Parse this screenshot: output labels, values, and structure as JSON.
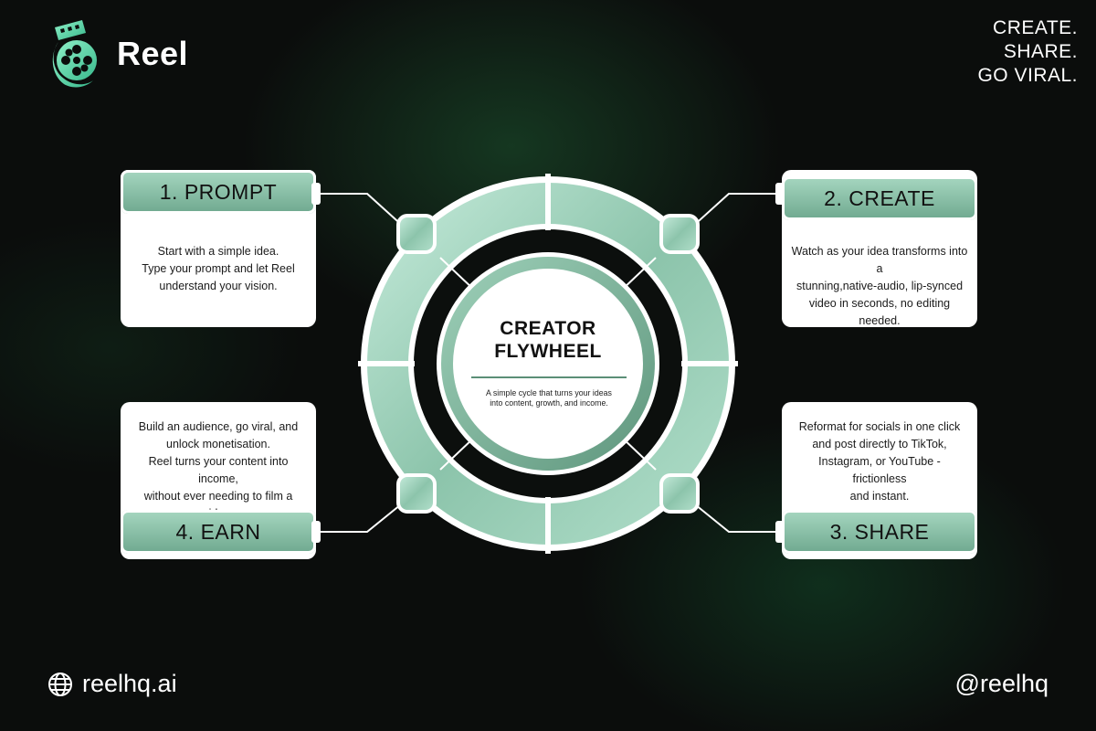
{
  "brand": {
    "name": "Reel",
    "logo_icon": "film-reel-icon",
    "accent": "#6fe3b8"
  },
  "tagline": [
    "CREATE.",
    "SHARE.",
    "GO VIRAL."
  ],
  "center": {
    "title_lines": [
      "CREATOR",
      "FLYWHEEL"
    ],
    "description": "A simple cycle that turns your ideas into content, growth, and income."
  },
  "steps": [
    {
      "label": "1. PROMPT",
      "description": [
        "Start with a simple idea.",
        "Type your prompt and let Reel",
        "understand your vision."
      ]
    },
    {
      "label": "2. CREATE",
      "description": [
        "Watch as your idea transforms into a",
        "stunning,native-audio, lip-synced",
        "video in seconds, no editing needed."
      ]
    },
    {
      "label": "3. SHARE",
      "description": [
        "Reformat for socials in one click",
        "and post directly to TikTok,",
        "Instagram, or YouTube - frictionless",
        "and instant."
      ]
    },
    {
      "label": "4. EARN",
      "description": [
        "Build an audience, go viral, and",
        "unlock monetisation.",
        "Reel turns your content into income,",
        "without ever needing to film a video."
      ]
    }
  ],
  "footer": {
    "website": "reelhq.ai",
    "website_icon": "globe-icon",
    "handle": "@reelhq"
  },
  "colors": {
    "background": "#0b0d0c",
    "wheel_light": "#b6e2cf",
    "wheel_dark": "#6aa088"
  }
}
